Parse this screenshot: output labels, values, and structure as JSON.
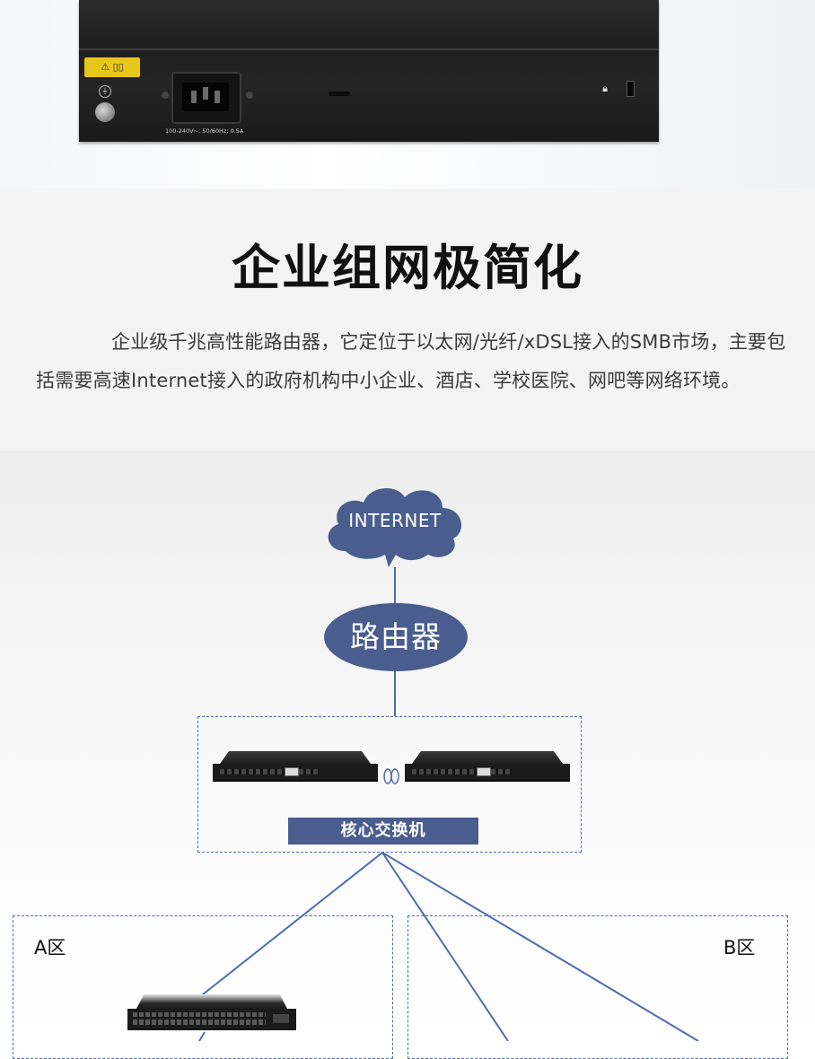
{
  "product_photo": {
    "power_rating": "100-240V~; 50/60Hz; 0.5A"
  },
  "intro": {
    "title": "企业组网极简化",
    "description": "企业级千兆高性能路由器，它定位于以太网/光纤/xDSL接入的SMB市场，主要包括需要高速Internet接入的政府机构中小企业、酒店、学校医院、网吧等网络环境。"
  },
  "diagram": {
    "internet_label": "INTERNET",
    "router_label": "路由器",
    "core_switch_label": "核心交换机",
    "zone_a_label": "A区",
    "zone_b_label": "B区",
    "accent_color": "#495d8e",
    "link_color": "#4d6bb0"
  }
}
